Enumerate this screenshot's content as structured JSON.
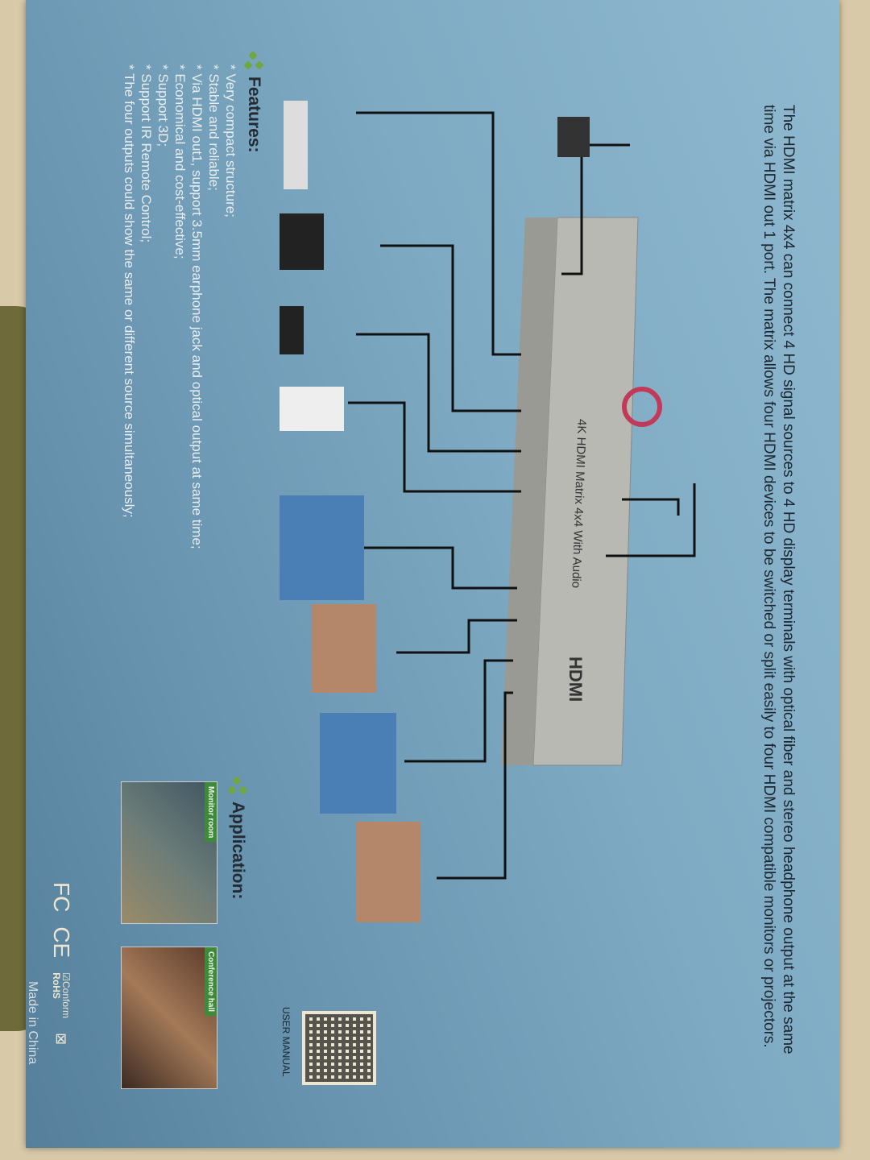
{
  "intro": "The HDMI matrix 4x4 can connect 4 HD signal sources to 4 HD display terminals with optical fiber and stereo headphone output at the same time via HDMI out 1 port. The matrix allows four HDMI devices to be switched or split easily to four HDMI compatible monitors or projectors.",
  "device_label": "4K HDMI Matrix 4x4 With Audio",
  "device_brand": "HDMI",
  "features": {
    "title": "Features:",
    "items": [
      "Very compact structure;",
      "Stable and reliable;",
      "Via HDMI out1, support 3.5mm earphone jack and optical output at same time;",
      "Economical and cost-effective;",
      "Support 3D;",
      "Support IR Remote Control;",
      "The four outputs could show the same or different source simultaneously;"
    ]
  },
  "application": {
    "title": "Application:",
    "photos": [
      "Monitor room",
      "Conference hall"
    ]
  },
  "qr_label": "USER MANUAL",
  "certifications": {
    "fc": "FC",
    "ce": "CE",
    "rohs": "RoHS",
    "rohs_small": "Conform"
  },
  "made_in": "Made in China"
}
